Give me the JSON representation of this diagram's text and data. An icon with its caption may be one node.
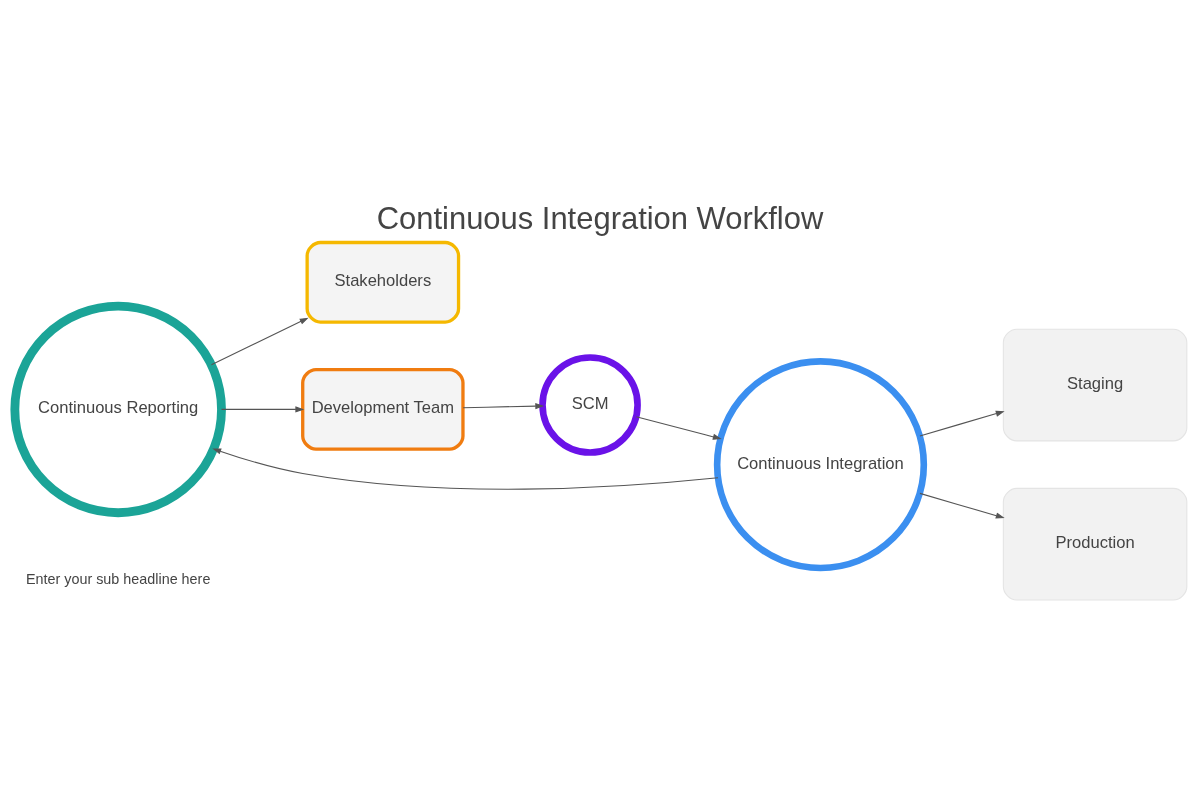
{
  "diagram": {
    "title": "Continuous Integration Workflow",
    "nodes": [
      {
        "text": [
          "Stakeholders"
        ]
      },
      {
        "text": [
          "Development Team"
        ]
      },
      {
        "text": [
          "Continuous Reporting"
        ]
      },
      {
        "text": [
          "Continuous Integration"
        ]
      },
      {
        "text": [
          "SCM"
        ]
      },
      {
        "text": [
          "Staging"
        ]
      },
      {
        "text": [
          "Production"
        ]
      }
    ],
    "edges": [
      {
        "from": 2,
        "to": 0,
        "arrow": "to"
      },
      {
        "from": 3,
        "to": 2,
        "arrow": "to"
      },
      {
        "from": 2,
        "to": 1,
        "arrow": "to"
      },
      {
        "from": 1,
        "to": 4,
        "arrow": "to"
      },
      {
        "from": 4,
        "to": 3,
        "arrow": "to"
      },
      {
        "from": 3,
        "to": 5,
        "arrow": "to"
      },
      {
        "from": 3,
        "to": 6,
        "arrow": "to"
      }
    ],
    "labels": [
      "Enter your sub headline here"
    ]
  }
}
